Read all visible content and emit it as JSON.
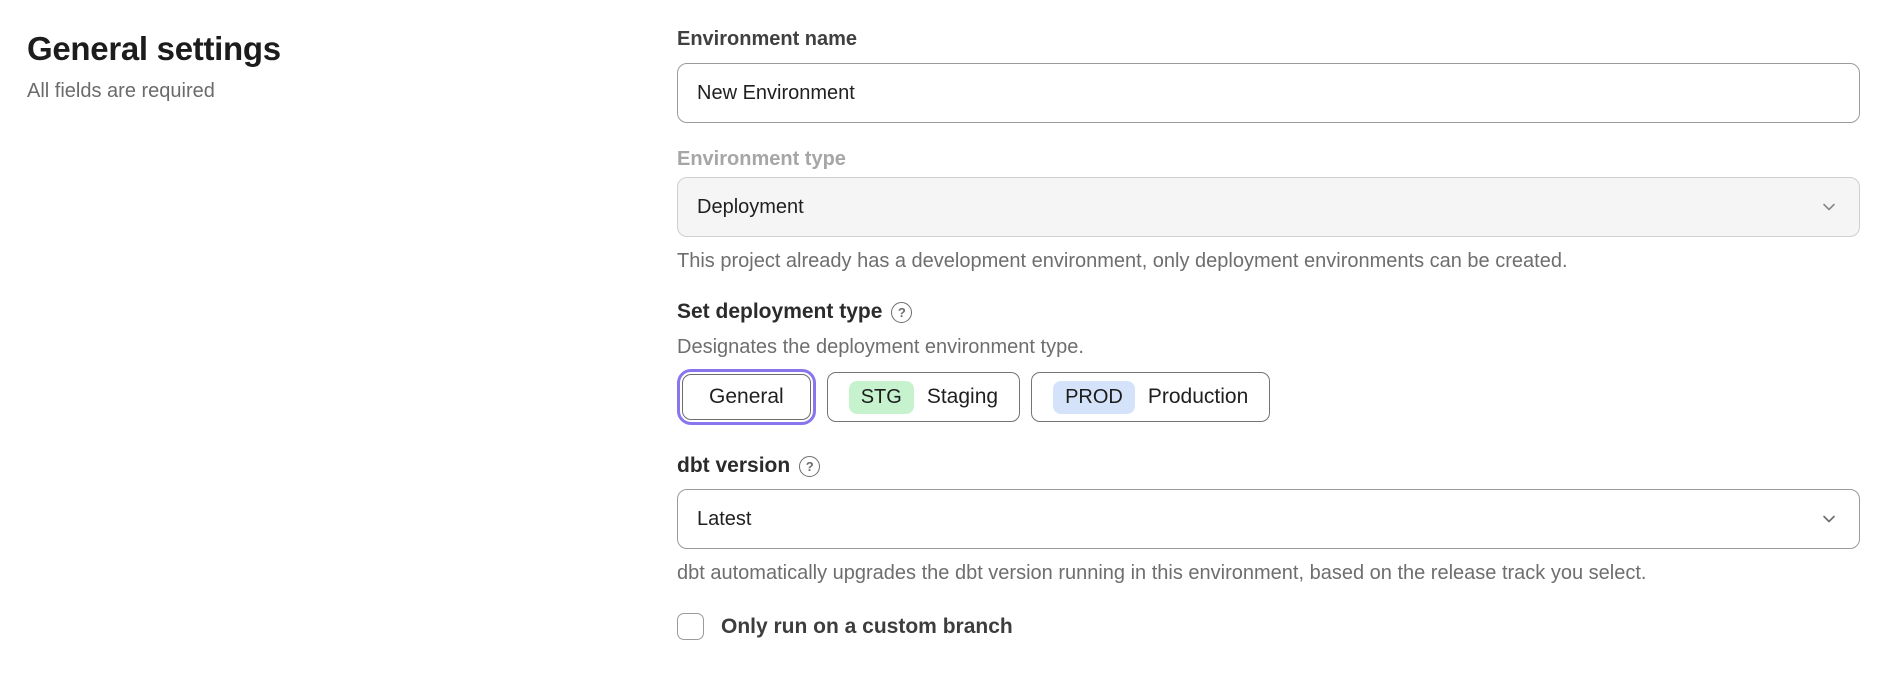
{
  "page": {
    "title": "General settings",
    "subtitle": "All fields are required"
  },
  "form": {
    "environment_name": {
      "label": "Environment name",
      "value": "New Environment"
    },
    "environment_type": {
      "label": "Environment type",
      "selected_value": "Deployment",
      "disabled": true,
      "help": "This project already has a development environment, only deployment environments can be created."
    },
    "deployment_type": {
      "label": "Set deployment type",
      "description": "Designates the deployment environment type.",
      "options": [
        {
          "label": "General",
          "badge": "",
          "selected": true
        },
        {
          "label": "Staging",
          "badge": "STG",
          "selected": false
        },
        {
          "label": "Production",
          "badge": "PROD",
          "selected": false
        }
      ]
    },
    "dbt_version": {
      "label": "dbt version",
      "selected_value": "Latest",
      "help": "dbt automatically upgrades the dbt version running in this environment, based on the release track you select."
    },
    "custom_branch": {
      "label": "Only run on a custom branch",
      "checked": false
    }
  },
  "icons": {
    "help_glyph": "?",
    "chevron_down": "chevron-down",
    "help": "question-circle"
  },
  "colors": {
    "accent_purple": "#8b75ee",
    "badge_green": "#c6f3ce",
    "badge_blue": "#d4e3f9",
    "disabled_bg": "#f5f5f5",
    "border_gray": "#9b9b9b",
    "text_dark": "#1f1f1f",
    "text_muted": "#6e6e6e"
  }
}
